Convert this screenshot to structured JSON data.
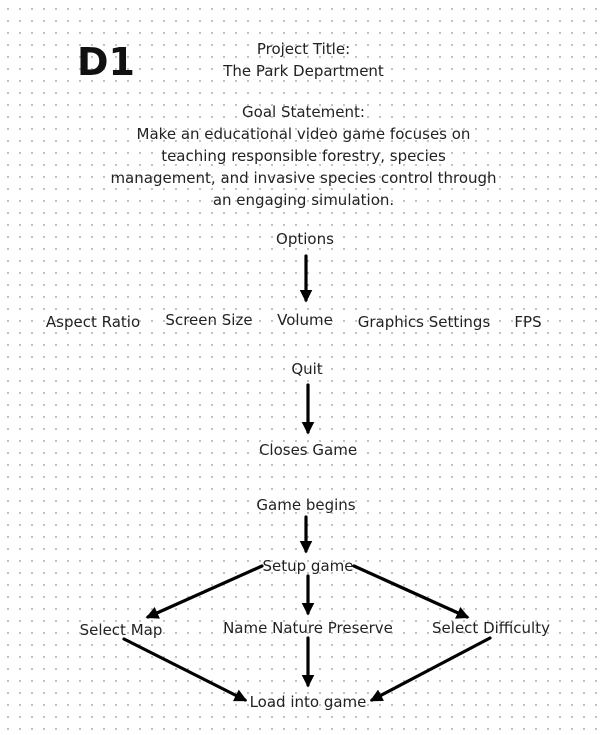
{
  "heading": "D1",
  "project": {
    "label": "Project Title:",
    "title": "The Park Department"
  },
  "goal": {
    "label": "Goal Statement:",
    "lines": [
      "Make an educational video game focuses on",
      "teaching responsible forestry, species",
      "management, and invasive species control through",
      "an engaging simulation."
    ]
  },
  "options": {
    "label": "Options",
    "items": [
      "Aspect Ratio",
      "Screen Size",
      "Volume",
      "Graphics Settings",
      "FPS"
    ]
  },
  "quit": {
    "label": "Quit",
    "result": "Closes Game"
  },
  "game": {
    "begins": "Game begins",
    "setup": "Setup game",
    "select_map": "Select Map",
    "name_preserve": "Name Nature  Preserve",
    "select_difficulty": "Select Difficulty",
    "load": "Load into game"
  }
}
